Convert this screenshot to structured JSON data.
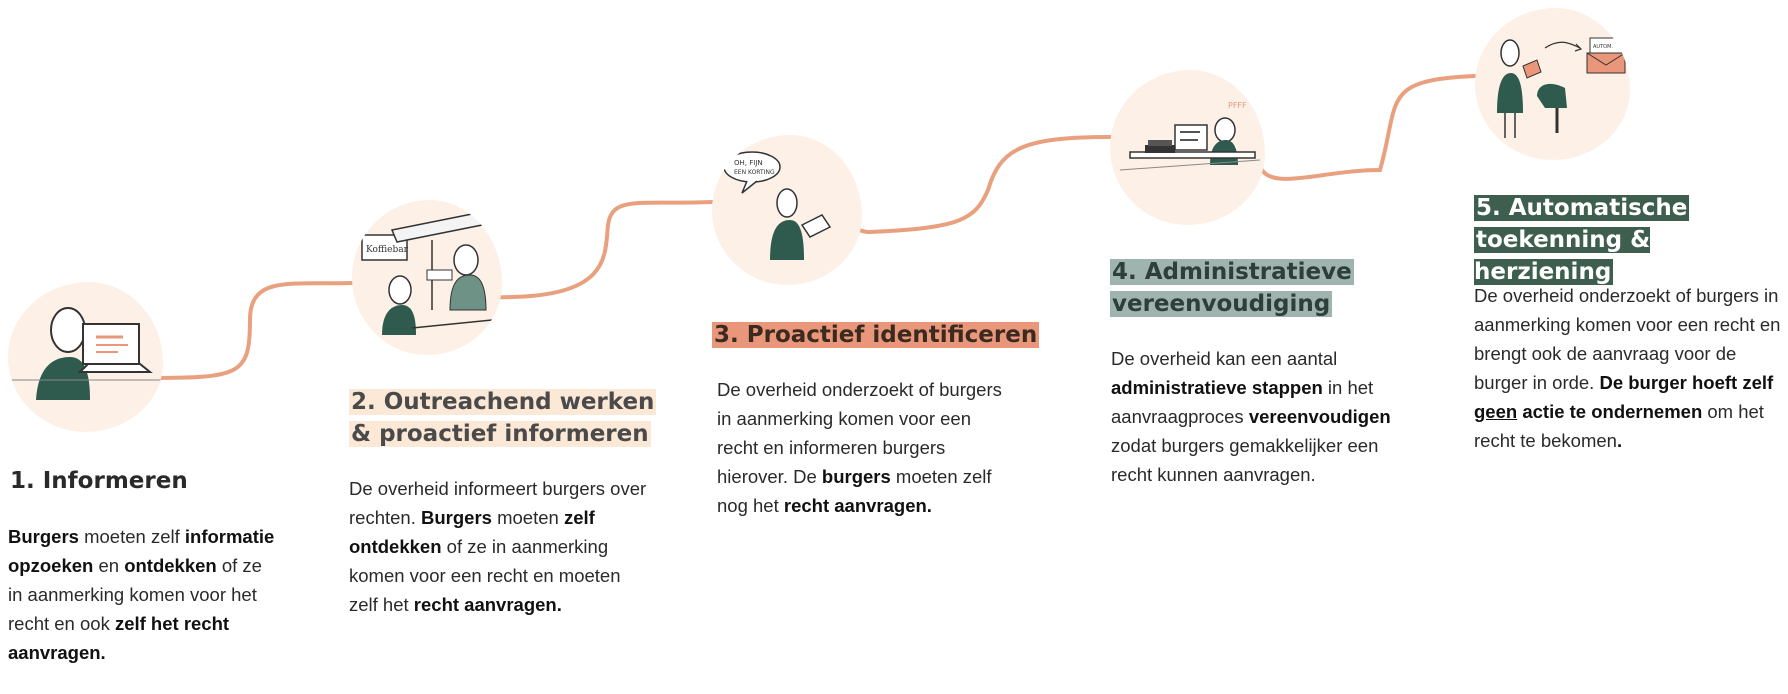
{
  "steps": [
    {
      "title_lines": [
        "1. Informeren"
      ],
      "desc": [
        [
          {
            "t": "Burgers",
            "b": true
          },
          {
            "t": " moeten zelf "
          },
          {
            "t": "informatie opzoeken",
            "b": true
          },
          {
            "t": " en "
          },
          {
            "t": "ontdekken",
            "b": true
          },
          {
            "t": " of ze in aanmerking komen voor het recht en ook "
          },
          {
            "t": "zelf het recht aanvragen.",
            "b": true
          }
        ]
      ]
    },
    {
      "title_lines": [
        "2. Outreachend werken",
        "& proactief informeren"
      ],
      "desc": [
        [
          {
            "t": "De overheid informeert burgers over rechten. "
          },
          {
            "t": "Burgers",
            "b": true
          },
          {
            "t": " moeten "
          },
          {
            "t": "zelf ontdekken",
            "b": true
          },
          {
            "t": " of ze in aanmerking komen voor een recht en moeten zelf het "
          },
          {
            "t": "recht aanvragen.",
            "b": true
          }
        ]
      ]
    },
    {
      "title_lines": [
        "3. Proactief identificeren"
      ],
      "desc": [
        [
          {
            "t": "De overheid onderzoekt of burgers in aanmerking komen voor een recht en informeren burgers hierover. De "
          },
          {
            "t": "burgers",
            "b": true
          },
          {
            "t": " moeten zelf nog het "
          },
          {
            "t": "recht aanvragen.",
            "b": true
          }
        ]
      ]
    },
    {
      "title_lines": [
        "4. Administratieve",
        "vereenvoudiging"
      ],
      "desc": [
        [
          {
            "t": "De overheid kan een aantal "
          },
          {
            "t": "administratieve stappen",
            "b": true
          },
          {
            "t": " in het aanvraagproces "
          },
          {
            "t": "vereenvoudigen",
            "b": true
          },
          {
            "t": " zodat burgers gemakkelijker een recht kunnen aanvragen."
          }
        ]
      ]
    },
    {
      "title_lines": [
        "5. Automatische",
        "toekenning & herziening"
      ],
      "desc": [
        [
          {
            "t": "De overheid onderzoekt of burgers in aanmerking komen voor een recht en brengt ook de aanvraag voor de burger in orde. "
          },
          {
            "t": "De burger hoeft zelf ",
            "b": true
          },
          {
            "t": "geen",
            "b": true,
            "u": true
          },
          {
            "t": " actie te ondernemen",
            "b": true
          },
          {
            "t": " om het recht te bekomen"
          },
          {
            "t": ".",
            "b": true
          }
        ]
      ]
    }
  ],
  "illustrations": {
    "speech_bubble_lines": [
      "OH, FIJN",
      "EEN KORTING"
    ],
    "sigh_text": "PFFF",
    "shop_sign_text": "Koffiebar",
    "envelope_text": "AUTOM."
  },
  "colors": {
    "path": "#e8a07e",
    "blob": "#fdf0e6",
    "figure_green": "#2f5a4e",
    "accent_salmon": "#e9967a"
  }
}
